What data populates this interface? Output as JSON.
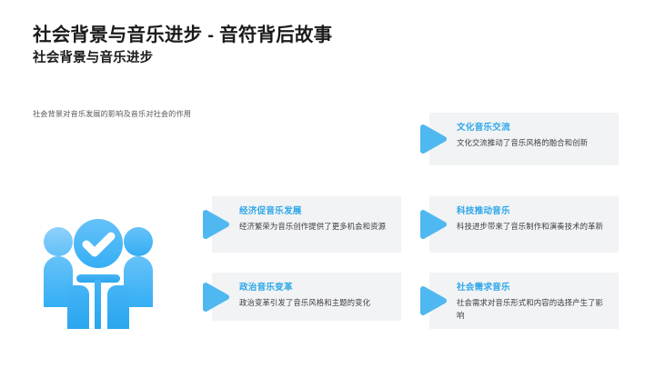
{
  "slide": {
    "title": "社会背景与音乐进步 - 音符背后故事",
    "subtitle": "社会背景与音乐进步",
    "lead_text": "社会背景对音乐发展的影响及音乐对社会的作用",
    "illustration_icon": "people-group-check-icon"
  },
  "colors": {
    "accent": "#2ba7e8",
    "arrow": "#4fb8f0",
    "card_background": "#f2f3f5",
    "title": "#1b1b1b",
    "body_text": "#3c3c3c",
    "lead_text": "#575757",
    "page_background": "#ffffff"
  },
  "cards": [
    {
      "id": "culture",
      "title": "文化音乐交流",
      "description": "文化交流推动了音乐风格的融合和创新",
      "arrow_icon": "play-triangle-icon"
    },
    {
      "id": "economy",
      "title": "经济促音乐发展",
      "description": "经济繁荣为音乐创作提供了更多机会和资源",
      "arrow_icon": "play-triangle-icon"
    },
    {
      "id": "tech",
      "title": "科技推动音乐",
      "description": "科技进步带来了音乐制作和演奏技术的革新",
      "arrow_icon": "play-triangle-icon"
    },
    {
      "id": "politics",
      "title": "政治音乐变革",
      "description": "政治变革引发了音乐风格和主题的变化",
      "arrow_icon": "play-triangle-icon"
    },
    {
      "id": "demand",
      "title": "社会需求音乐",
      "description": "社会需求对音乐形式和内容的选择产生了影响",
      "arrow_icon": "play-triangle-icon"
    }
  ]
}
